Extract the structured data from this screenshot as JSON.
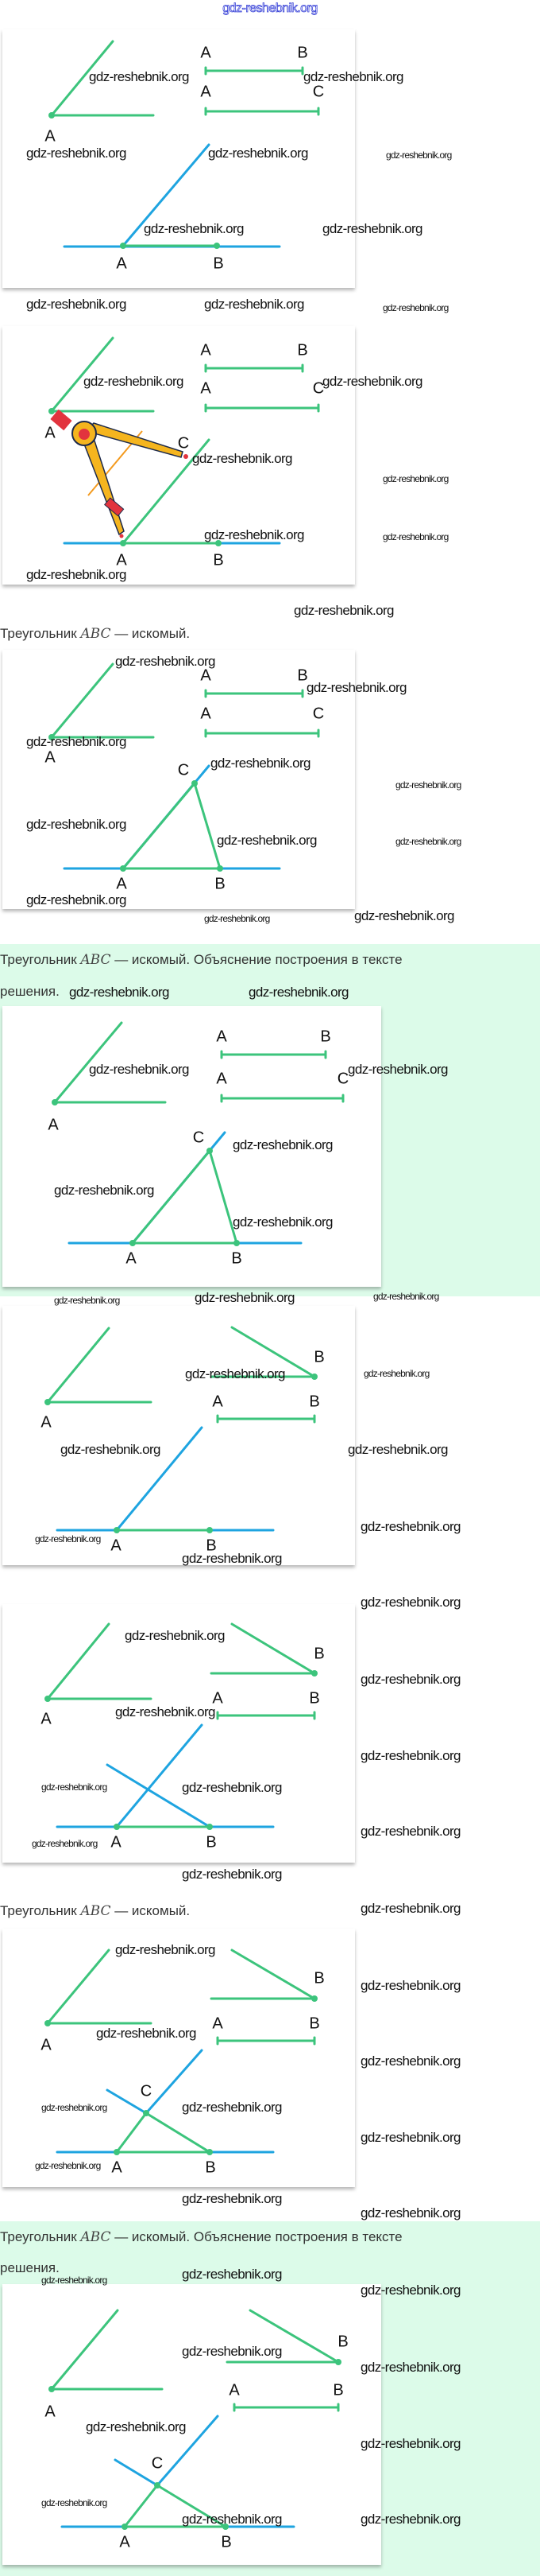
{
  "header": {
    "watermark": "gdz-reshebnik.org"
  },
  "watermark": "gdz-reshebnik.org",
  "captions": {
    "short": {
      "prefix": "Треугольник ",
      "math": "ABC",
      "suffix": " — искомый."
    },
    "long_line1": {
      "prefix": "Треугольник ",
      "math": "ABC",
      "suffix": " — искомый. Объяснение построения в тексте"
    },
    "long_line2": "решения."
  },
  "labels": {
    "A": "A",
    "B": "B",
    "C": "C"
  },
  "colors": {
    "segment": "#3cc47c",
    "construction": "#1ea4e0",
    "highlight_bg": "#dcfbe9",
    "compass": "#f5b51e",
    "compass_tip": "#e2343e"
  }
}
